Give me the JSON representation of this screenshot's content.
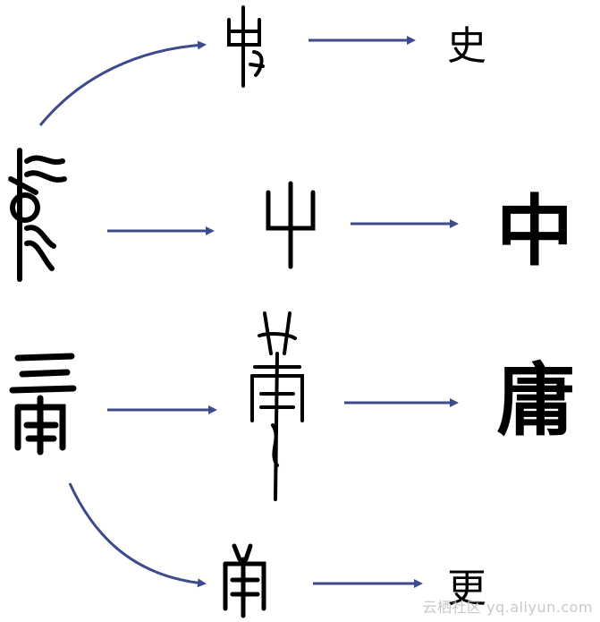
{
  "colors": {
    "arrow": "#3d4a8c",
    "glyph": "#000000",
    "watermark": "#c8c8c8"
  },
  "glyphs": {
    "shi_modern": "史",
    "zhong_modern": "中",
    "yong_modern": "庸",
    "geng_modern": "更"
  },
  "watermark": "云栖社区 yq.aliyun.com"
}
